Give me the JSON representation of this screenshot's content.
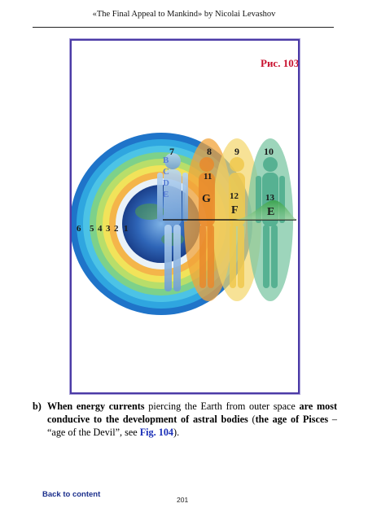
{
  "header": {
    "running_title": "«The Final Appeal to Mankind» by Nicolai Levashov"
  },
  "figure": {
    "label": "Рис. 103",
    "left_numbers": [
      "6",
      "5",
      "4",
      "3",
      "2",
      "1"
    ],
    "top_numbers": [
      "7",
      "8",
      "9",
      "10"
    ],
    "body_numbers": [
      "11",
      "12",
      "13"
    ],
    "letters_stacked": [
      "B",
      "C",
      "D",
      "E"
    ],
    "letters_bodies": [
      "G",
      "F",
      "E"
    ],
    "colors": {
      "frame": "#4b3aa6",
      "label": "#c8102e",
      "curve": "#2e8b3a"
    }
  },
  "caption": {
    "marker": "b)",
    "lead_bold": "When energy currents",
    "text1": " piercing the Earth from outer space ",
    "bold2": "are most conducive to the development of astral bodies",
    "text2": " (",
    "bold3": "the age of Pisces",
    "text3": " – “age of the Devil”, see ",
    "fig_link": "Fig. 104",
    "text4": ")."
  },
  "footer": {
    "back_link": "Back to content",
    "page_number": "201"
  }
}
